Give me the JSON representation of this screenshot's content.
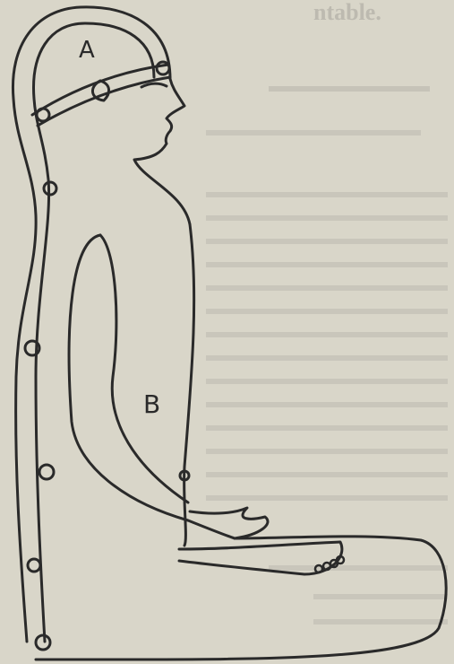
{
  "page_header_fragment": "ntable.",
  "labels": {
    "head_region": "A",
    "body_region": "B"
  },
  "colors": {
    "paper": "#d9d6c9",
    "ink": "#2a2a2a",
    "bleed_through": "#bdbab0"
  }
}
